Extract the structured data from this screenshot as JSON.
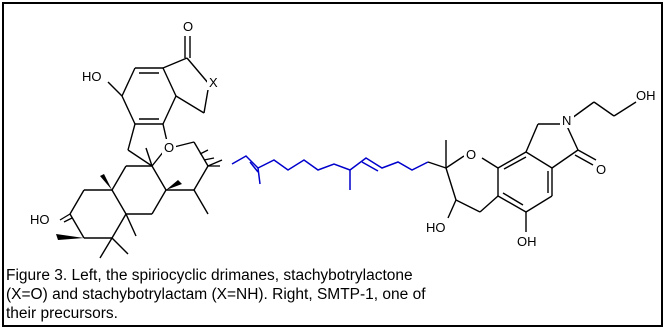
{
  "left_structure": {
    "atoms": {
      "carbonyl_o": "O",
      "ring_x": "X",
      "phenol_oh": "HO",
      "ether_o": "O",
      "hydroxyl_bottom": "HO"
    }
  },
  "right_structure": {
    "atoms": {
      "ether_o": "O",
      "amide_n": "N",
      "carbonyl_o": "O",
      "chain_oh": "OH",
      "hydroxyl_left": "HO",
      "phenol_oh": "OH"
    },
    "chain_color": "#0000cc"
  },
  "caption": {
    "line1": "Figure 3.  Left, the spiriocyclic drimanes, stachybotrylactone",
    "line2": "(X=O) and stachybotrylactam (X=NH). Right, SMTP-1, one of",
    "line3": "their precursors."
  }
}
